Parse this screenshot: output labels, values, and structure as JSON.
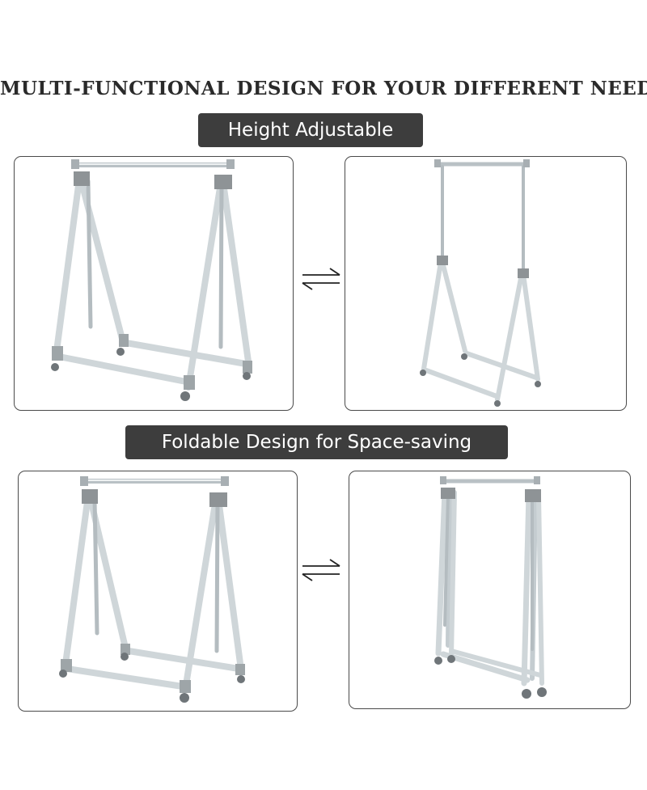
{
  "headline": "MULTI-FUNCTIONAL DESIGN FOR YOUR DIFFERENT NEEDS",
  "sections": [
    {
      "label": "Height Adjustable",
      "left_image": "clothes-rack-standard",
      "right_image": "clothes-rack-height-extended",
      "arrow_icon": "swap-arrows-icon"
    },
    {
      "label": "Foldable Design for Space-saving",
      "left_image": "clothes-rack-standard",
      "right_image": "clothes-rack-folded",
      "arrow_icon": "swap-arrows-icon"
    }
  ],
  "colors": {
    "pill_background": "#3d3d3d",
    "pill_text": "#ffffff",
    "frame_silver": "#d6dde0",
    "joint_gray": "#8e9396"
  }
}
